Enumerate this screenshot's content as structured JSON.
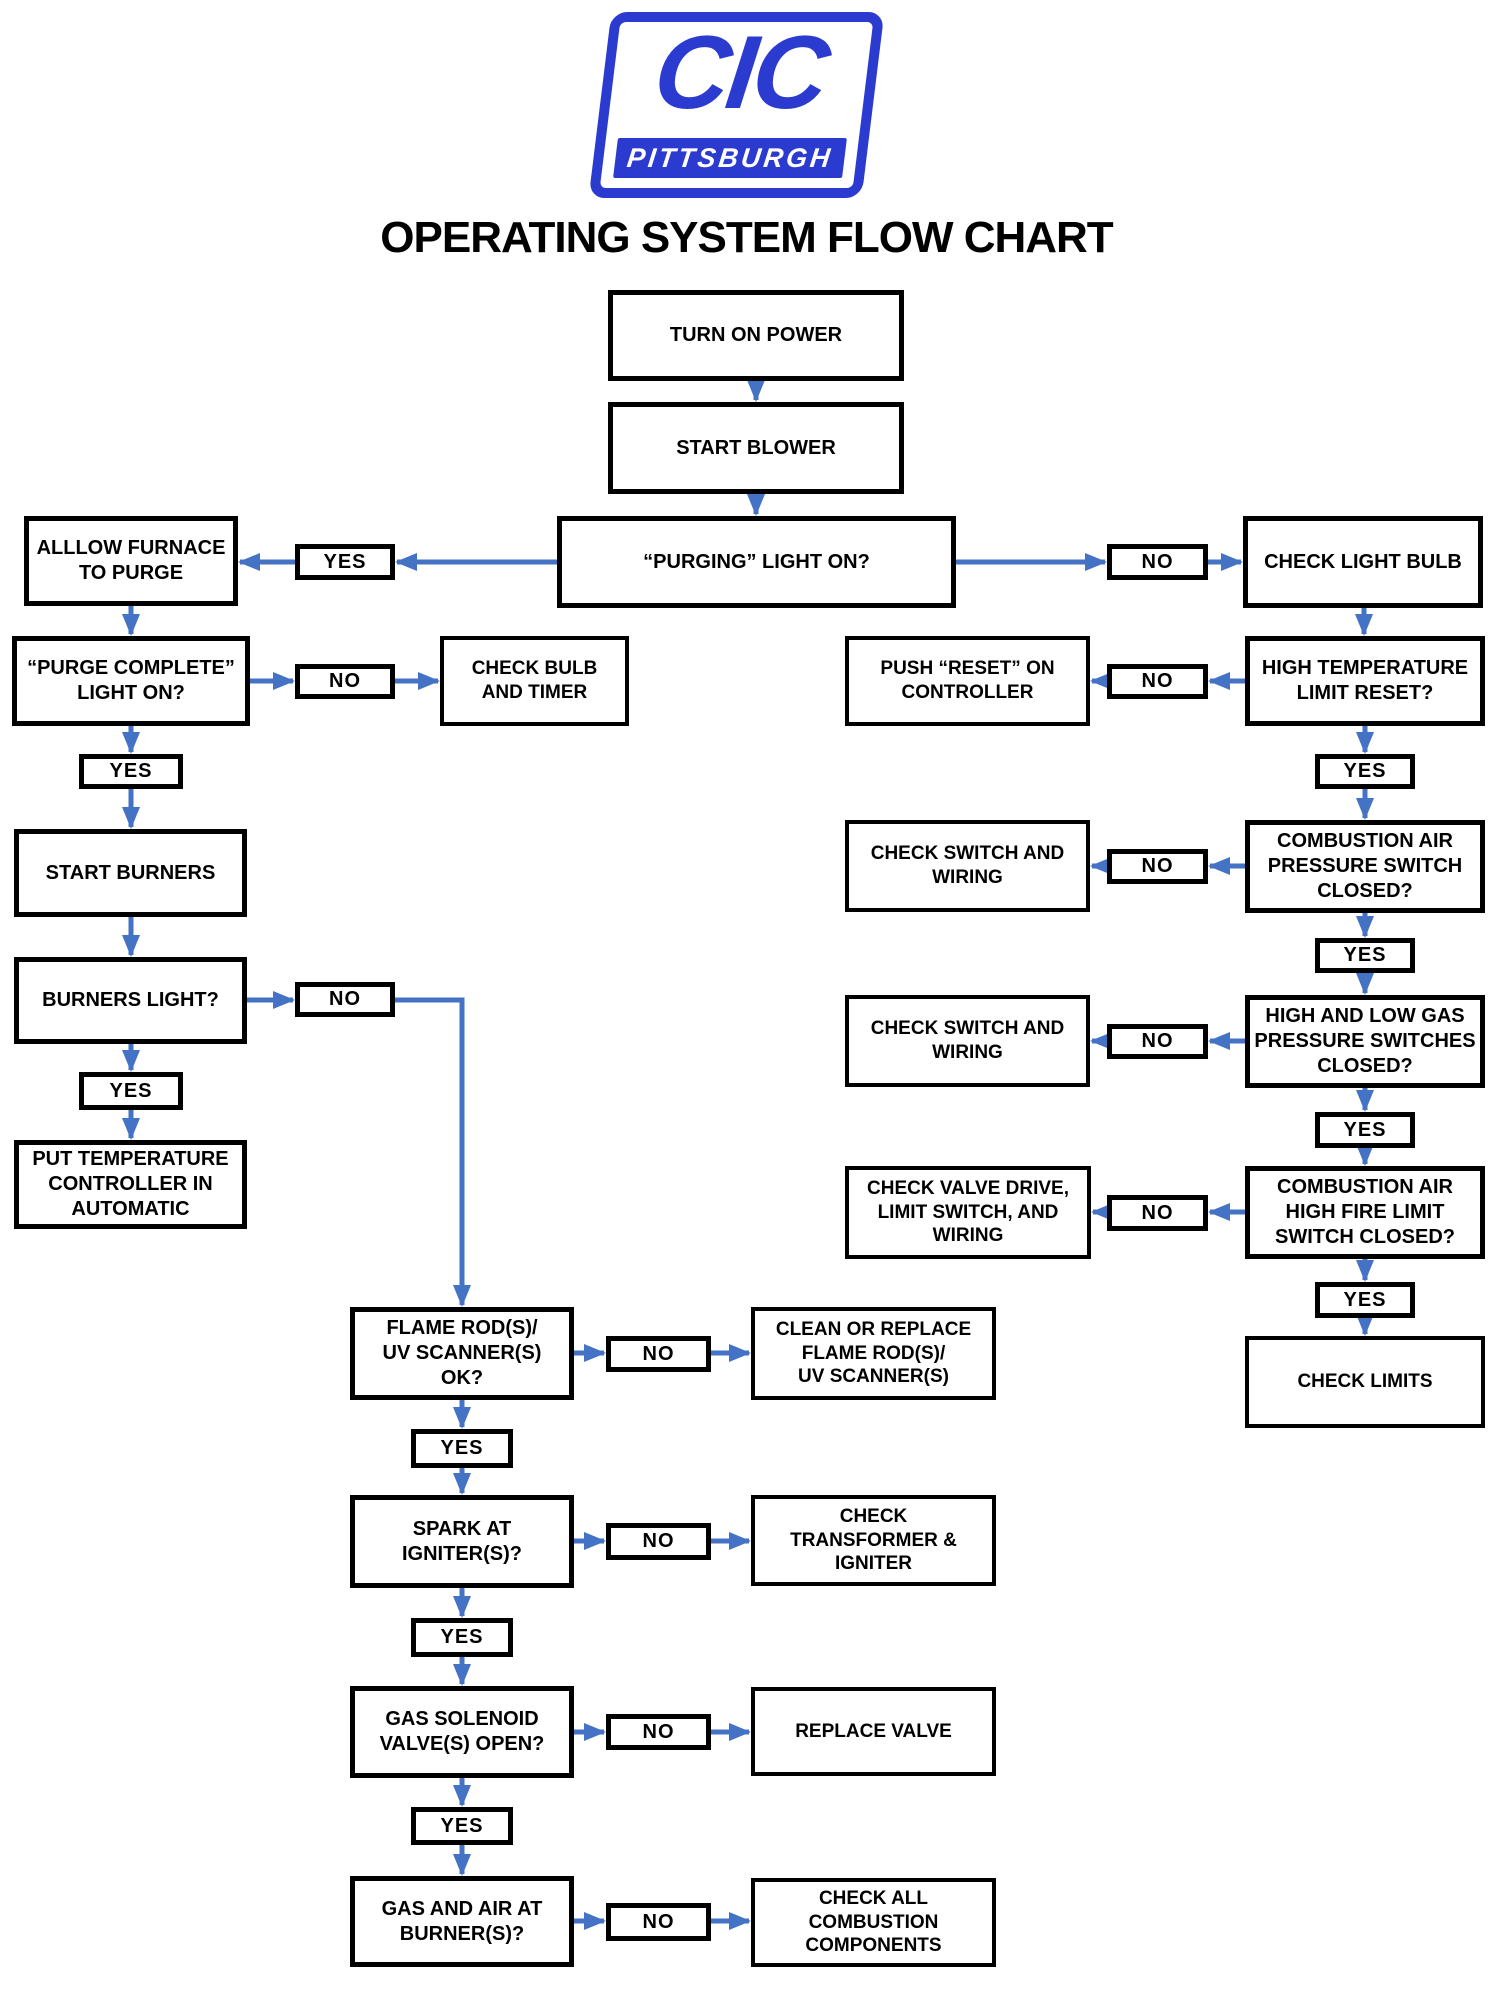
{
  "logo": {
    "text": "CIC",
    "subtext": "PITTSBURGH"
  },
  "title": "OPERATING SYSTEM FLOW CHART",
  "colors": {
    "arrow_blue": "#4472C4",
    "logo_blue": "#2B3BD0",
    "box_border": "#000000",
    "background": "#FFFFFF"
  },
  "labels": {
    "yes": "YES",
    "no": "NO"
  },
  "nodes": {
    "turn_on_power": "TURN ON POWER",
    "start_blower": "START BLOWER",
    "purging_light_on": "“PURGING” LIGHT ON?",
    "allow_furnace_to_purge": "ALLLOW FURNACE\nTO PURGE",
    "check_light_bulb": "CHECK LIGHT BULB",
    "purge_complete_light_on": "“PURGE COMPLETE”\nLIGHT ON?",
    "check_bulb_and_timer": "CHECK BULB\nAND TIMER",
    "push_reset_on_controller": "PUSH “RESET” ON\nCONTROLLER",
    "high_temperature_limit_reset": "HIGH TEMPERATURE\nLIMIT RESET?",
    "start_burners": "START BURNERS",
    "check_switch_and_wiring_1": "CHECK SWITCH AND\nWIRING",
    "combustion_air_pressure_switch_closed": "COMBUSTION AIR\nPRESSURE SWITCH\nCLOSED?",
    "burners_light": "BURNERS LIGHT?",
    "check_switch_and_wiring_2": "CHECK SWITCH AND\nWIRING",
    "high_and_low_gas_pressure_switches_closed": "HIGH AND LOW GAS\nPRESSURE SWITCHES\nCLOSED?",
    "put_temperature_controller_in_automatic": "PUT TEMPERATURE\nCONTROLLER IN\nAUTOMATIC",
    "check_valve_drive_limit_switch_and_wiring": "CHECK VALVE DRIVE,\nLIMIT SWITCH, AND\nWIRING",
    "combustion_air_high_fire_limit_switch_closed": "COMBUSTION AIR\nHIGH FIRE LIMIT\nSWITCH CLOSED?",
    "check_limits": "CHECK LIMITS",
    "flame_rods_uv_scanners_ok": "FLAME ROD(S)/\nUV SCANNER(S)\nOK?",
    "clean_or_replace_flame_rods_uv_scanners": "CLEAN OR REPLACE\nFLAME ROD(S)/\nUV SCANNER(S)",
    "spark_at_igniters": "SPARK AT\nIGNITER(S)?",
    "check_transformer_and_igniter": "CHECK\nTRANSFORMER &\nIGNITER",
    "gas_solenoid_valves_open": "GAS SOLENOID\nVALVE(S) OPEN?",
    "replace_valve": "REPLACE VALVE",
    "gas_and_air_at_burners": "GAS AND AIR AT\nBURNER(S)?",
    "check_all_combustion_components": "CHECK ALL\nCOMBUSTION\nCOMPONENTS"
  }
}
